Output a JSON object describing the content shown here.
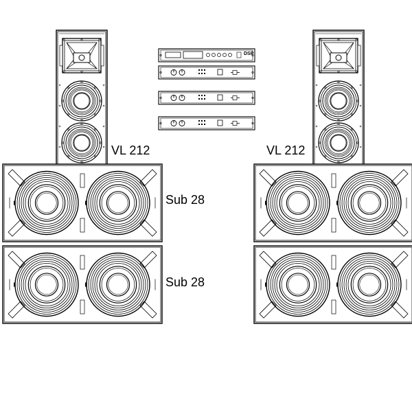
{
  "labels": {
    "top_left": "VL 212",
    "top_right": "VL 212",
    "sub_upper": "Sub 28",
    "sub_lower": "Sub 28"
  },
  "rack": {
    "processor_badge": "DSP"
  },
  "colors": {
    "line": "#000000",
    "fill": "#ffffff",
    "shade": "#d8d8d8"
  },
  "icons": [
    "horn-driver-icon",
    "woofer-icon",
    "subwoofer-driver-icon",
    "amplifier-icon",
    "dsp-processor-icon"
  ]
}
